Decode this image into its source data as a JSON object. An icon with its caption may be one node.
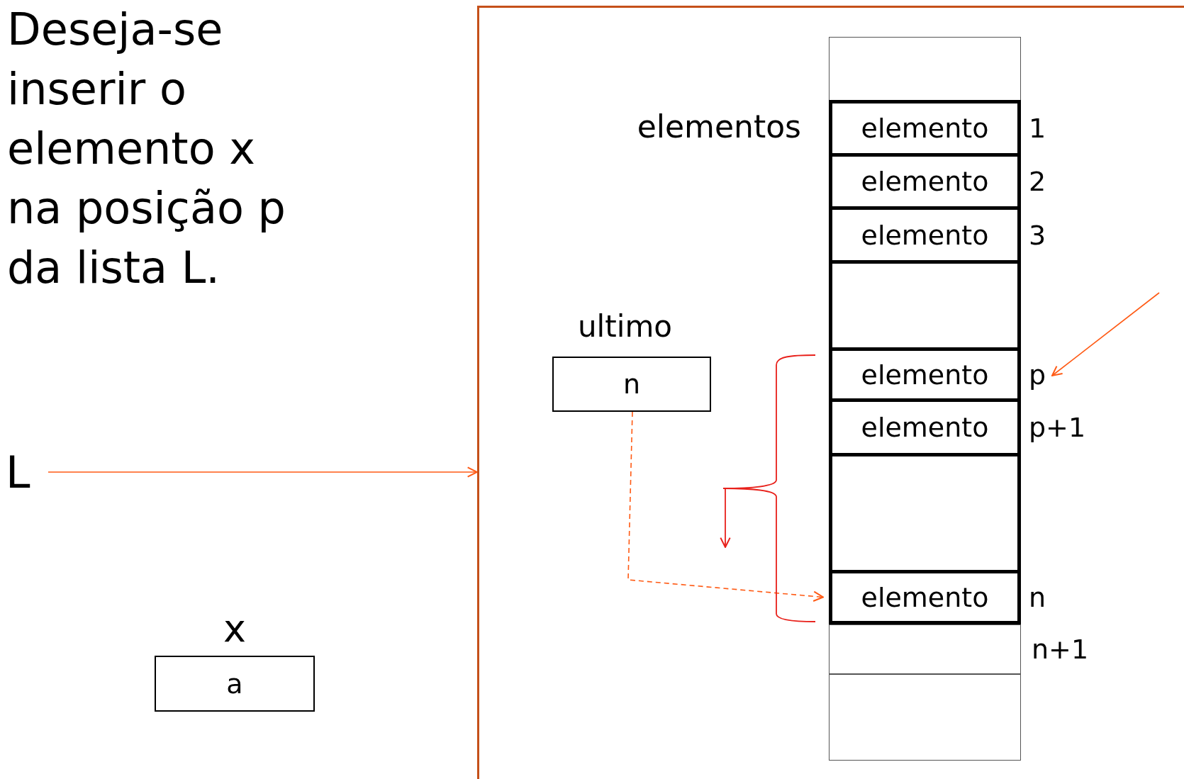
{
  "diagram": {
    "nodes": [
      {
        "text": [
          "L"
        ]
      },
      {
        "text": [],
        "shape": "box"
      },
      {
        "text": [
          "ultimo",
          "n"
        ],
        "in": 1
      },
      {
        "text": [],
        "shape": "box",
        "beside": [
          "elementos"
        ],
        "in": 1
      },
      {
        "text": [],
        "shape": "box",
        "in": 3
      },
      {
        "text": [
          "elemento"
        ],
        "beside": [
          "1"
        ],
        "in": 3
      },
      {
        "text": [
          "elemento"
        ],
        "beside": [
          "2"
        ],
        "in": 3
      },
      {
        "text": [
          "elemento"
        ],
        "beside": [
          "3"
        ],
        "in": 3
      },
      {
        "text": [],
        "shape": "box",
        "in": 3
      },
      {
        "text": [
          "elemento"
        ],
        "beside": [
          "p"
        ],
        "in": 3
      },
      {
        "text": [
          "elemento"
        ],
        "beside": [
          "p+1"
        ],
        "in": 3
      },
      {
        "text": [],
        "shape": "box",
        "in": 3
      },
      {
        "text": [
          "elemento"
        ],
        "beside": [
          "n"
        ],
        "in": 3
      },
      {
        "text": [],
        "shape": "box",
        "beside": [
          "n+1"
        ],
        "in": 3
      },
      {
        "text": [],
        "shape": "box",
        "in": 3
      },
      {
        "text": [
          "x",
          "a"
        ]
      }
    ],
    "edges": [
      {
        "from": 0,
        "to": 1,
        "arrow": "to"
      },
      {
        "from": null,
        "to": 9,
        "arrow": "to"
      },
      {
        "from": 2,
        "to": 12,
        "arrow": "to",
        "style": "dashed"
      }
    ],
    "labels": [
      "Deseja-se inserir o elemento x na posição p da lista L."
    ]
  }
}
